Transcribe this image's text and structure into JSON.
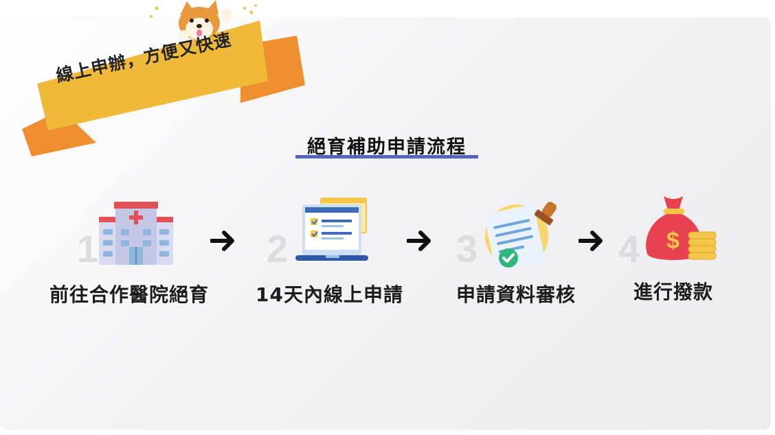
{
  "banner": {
    "text": "線上申辦，方便又快速"
  },
  "title": "絕育補助申請流程",
  "steps": [
    {
      "number": "1",
      "label": "前往合作醫院絕育",
      "icon": "hospital-icon"
    },
    {
      "number": "2",
      "label": "14天內線上申請",
      "icon": "laptop-form-icon"
    },
    {
      "number": "3",
      "label": "申請資料審核",
      "icon": "document-stamp-icon"
    },
    {
      "number": "4",
      "label": "進行撥款",
      "icon": "money-bag-icon"
    }
  ],
  "colors": {
    "accent_bar": "#5563c1",
    "ribbon_front": "#efb93a",
    "ribbon_back": "#ef8e2e",
    "arrow": "#111111"
  }
}
